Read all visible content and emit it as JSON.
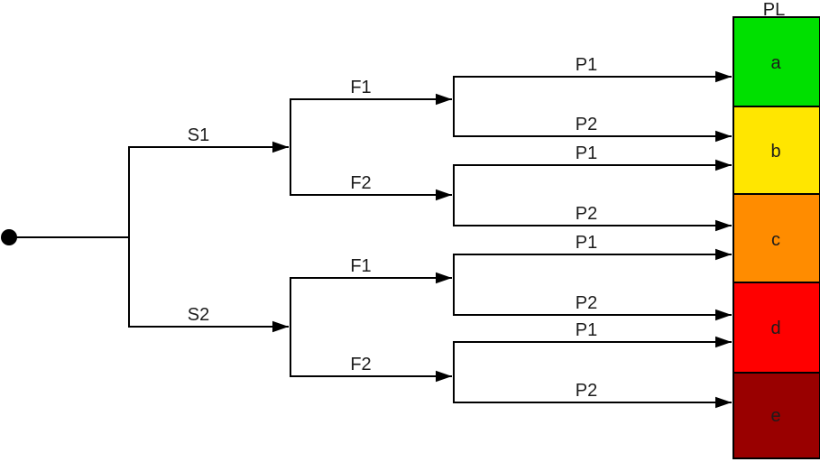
{
  "diagram": {
    "type": "event-tree",
    "column_header": "PL",
    "branches": {
      "s": [
        "S1",
        "S2"
      ],
      "f": [
        "F1",
        "F2"
      ],
      "p": [
        "P1",
        "P2"
      ]
    },
    "paths": [
      {
        "sequence": "S1-F1-P1",
        "outcome": "a"
      },
      {
        "sequence": "S1-F1-P2",
        "outcome": "b"
      },
      {
        "sequence": "S1-F2-P1",
        "outcome": "b"
      },
      {
        "sequence": "S1-F2-P2",
        "outcome": "c"
      },
      {
        "sequence": "S2-F1-P1",
        "outcome": "c"
      },
      {
        "sequence": "S2-F1-P2",
        "outcome": "d"
      },
      {
        "sequence": "S2-F2-P1",
        "outcome": "d"
      },
      {
        "sequence": "S2-F2-P2",
        "outcome": "e"
      }
    ],
    "outcomes": [
      {
        "label": "a",
        "color": "#00e000",
        "label_color": "#1c1c1c"
      },
      {
        "label": "b",
        "color": "#ffe600",
        "label_color": "#1c1c1c"
      },
      {
        "label": "c",
        "color": "#ff8c00",
        "label_color": "#1c1c1c"
      },
      {
        "label": "d",
        "color": "#ff0000",
        "label_color": "#1c1c1c"
      },
      {
        "label": "e",
        "color": "#990000",
        "label_color": "#f0f0f0"
      }
    ],
    "line_color": "#000000",
    "background_color": "#ffffff"
  }
}
